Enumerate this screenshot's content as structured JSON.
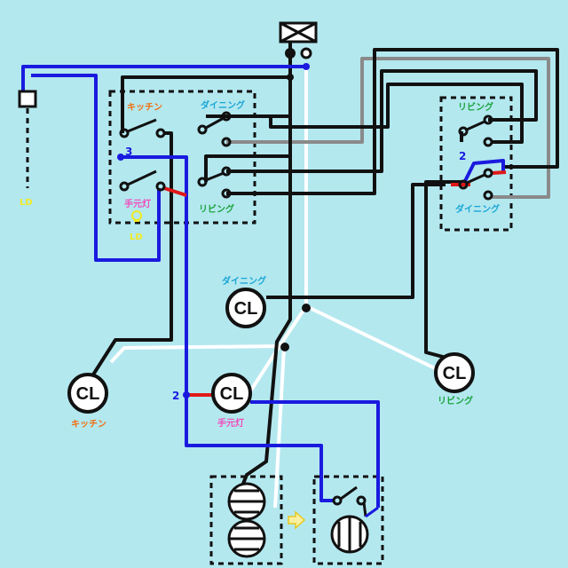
{
  "colors": {
    "background": "#b3e8ef",
    "black": "#111111",
    "white": "#ffffff",
    "blue": "#1a1adf",
    "red": "#e01818",
    "gray": "#8a8a8a",
    "orange": "#f07010",
    "cyan": "#1aa6d6",
    "green": "#19a23a",
    "pink": "#f04dbd",
    "yellow": "#f2ea20",
    "arrow_fill": "#f8f0a0",
    "arrow_stroke": "#e8c820"
  },
  "labels": {
    "kitchen_switch": "キッチン",
    "dining_switch": "ダイニング",
    "living_switch_left": "リビング",
    "teto_switch": "手元灯",
    "ld_under_switch": "LD",
    "ld_left": "LD",
    "living_box_top": "リビング",
    "dining_box_bottom": "ダイニング",
    "dining_cl": "ダイニング",
    "kitchen_cl": "キッチン",
    "teto_cl": "手元灯",
    "living_cl": "リビング"
  },
  "ceiling_lights": {
    "dining": "CL",
    "kitchen": "CL",
    "teto": "CL",
    "living": "CL"
  },
  "wire_counts": {
    "switch_box_left": "3",
    "switch_box_right": "2",
    "teto_feed": "2"
  },
  "icons": {
    "breaker": "breaker-box-icon",
    "ld_fixture": "ld-fixture-icon",
    "lamp": "lamp-icon",
    "arrow": "right-arrow-icon"
  }
}
